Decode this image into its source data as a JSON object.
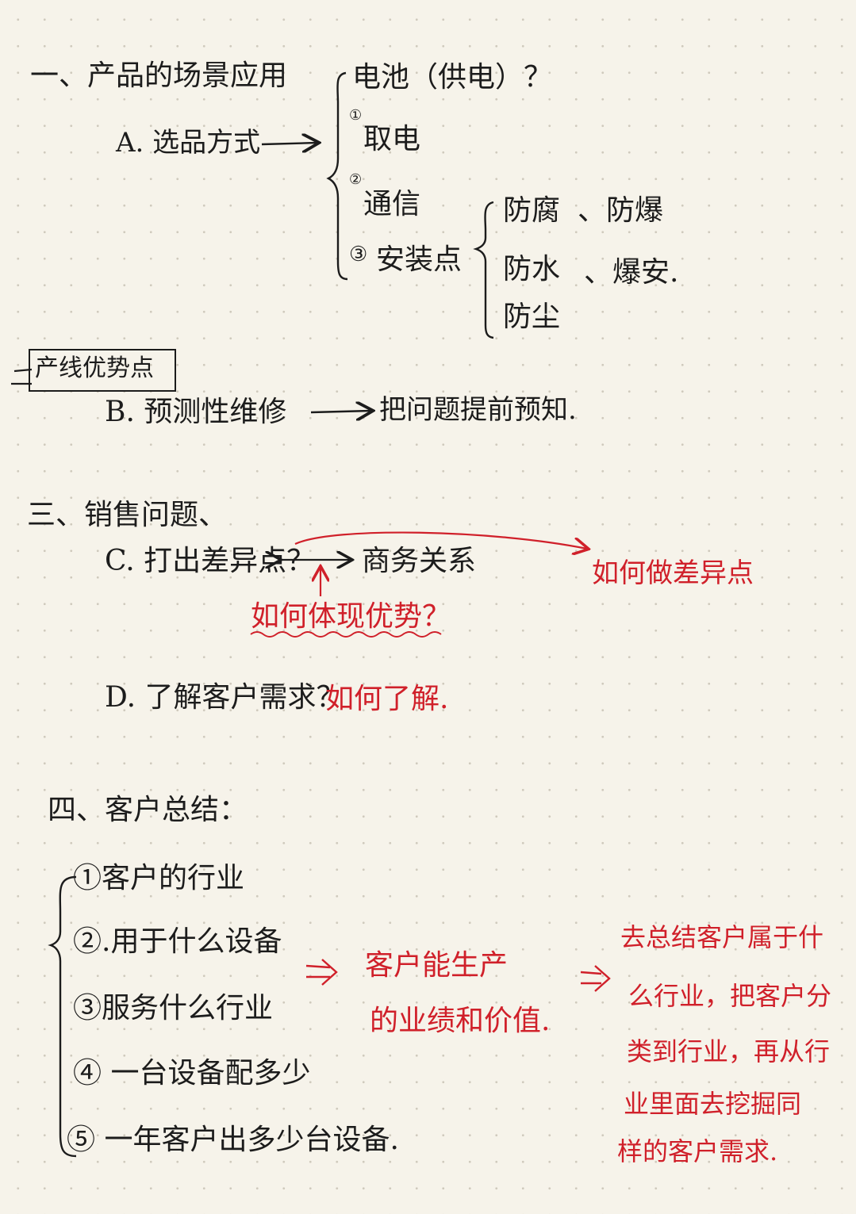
{
  "section1": {
    "heading": "一、产品的场景应用",
    "a_label": "A. 选品方式",
    "battery": "电池（供电）？",
    "num1": "①",
    "item1": "取电",
    "num2": "②",
    "item2": "通信",
    "num3": "③",
    "item3": "安装点",
    "sub1a": "防腐",
    "sub1b": "、防爆",
    "sub2a": "防水",
    "sub2b": "、爆安.",
    "sub3": "防尘"
  },
  "section2": {
    "heading": "产线优势点",
    "b_label": "B. 预测性维修",
    "b_result": "把问题提前预知."
  },
  "section3": {
    "heading": "三、销售问题、",
    "c_label": "C. 打出差异点？",
    "c_target": "商务关系",
    "c_red_target": "如何做差异点",
    "c_red_question": "如何体现优势？",
    "d_label": "D. 了解客户需求？",
    "d_red": "如何了解."
  },
  "section4": {
    "heading": "四、客户总结：",
    "items": [
      "①客户的行业",
      "②.用于什么设备",
      "③服务什么行业",
      "④ 一台设备配多少",
      "⑤ 一年客户出多少台设备."
    ],
    "mid_red_line1": "客户能生产",
    "mid_red_line2": "的业绩和价值.",
    "right_red_lines": [
      "去总结客户属于什",
      "么行业，把客户分",
      "类到行业，再从行",
      "业里面去挖掘同",
      "样的客户需求."
    ]
  },
  "colors": {
    "ink": "#1c1c1c",
    "red": "#d0202a",
    "paper": "#f6f3ea"
  }
}
